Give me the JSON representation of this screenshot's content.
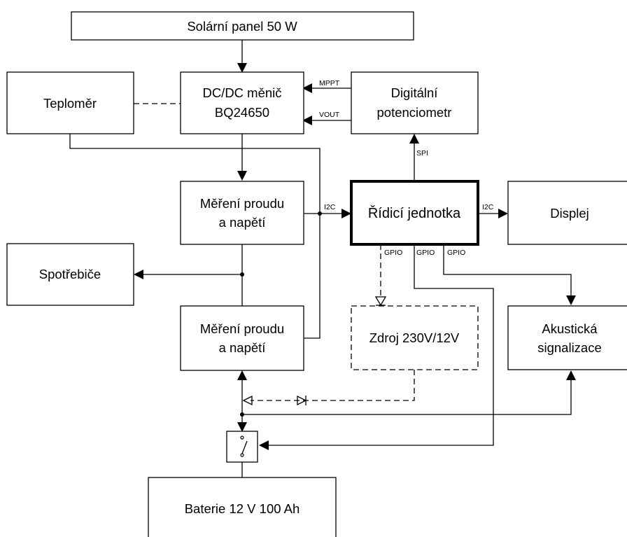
{
  "blocks": {
    "solar": "Solární panel 50 W",
    "teplomer": "Teploměr",
    "dcdc_line1": "DC/DC měnič",
    "dcdc_line2": "BQ24650",
    "digipot_line1": "Digitální",
    "digipot_line2": "potenciometr",
    "mereni1_line1": "Měření proudu",
    "mereni1_line2": "a napětí",
    "ridici": "Řídicí jednotka",
    "displej": "Displej",
    "spotrebice": "Spotřebiče",
    "mereni2_line1": "Měření proudu",
    "mereni2_line2": "a napětí",
    "zdroj": "Zdroj 230V/12V",
    "akusticka_line1": "Akustická",
    "akusticka_line2": "signalizace",
    "baterie": "Baterie 12 V 100 Ah"
  },
  "signals": {
    "mppt": "MPPT",
    "vout": "VOUT",
    "spi": "SPI",
    "i2c_in": "I2C",
    "i2c_out": "I2C",
    "gpio1": "GPIO",
    "gpio2": "GPIO",
    "gpio3": "GPIO"
  }
}
